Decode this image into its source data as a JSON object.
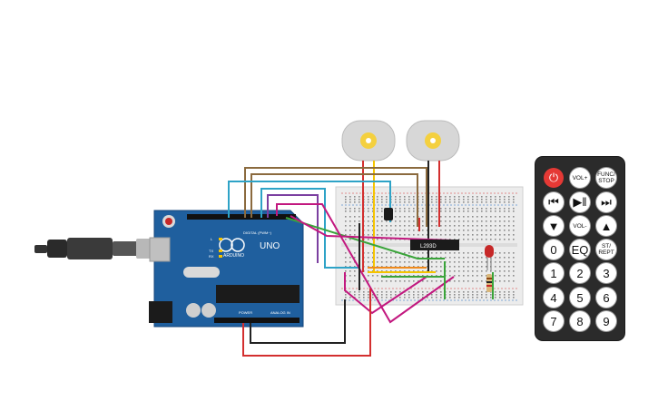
{
  "arduino": {
    "brand": "ARDUINO",
    "model": "UNO",
    "header_digital": "DIGITAL (PWM~)",
    "header_power": "POWER",
    "header_analog": "ANALOG IN",
    "led_labels": [
      "L",
      "TX",
      "RX"
    ]
  },
  "driver_ic": {
    "label": "L293D"
  },
  "remote": {
    "buttons": [
      {
        "label": "⏻",
        "name": "power-button"
      },
      {
        "label": "VOL+",
        "name": "vol-up-button"
      },
      {
        "label": "FUNC/ STOP",
        "name": "func-stop-button"
      },
      {
        "label": "⏮",
        "name": "prev-button"
      },
      {
        "label": "▶‖",
        "name": "play-pause-button"
      },
      {
        "label": "⏭",
        "name": "next-button"
      },
      {
        "label": "▼",
        "name": "down-button"
      },
      {
        "label": "VOL-",
        "name": "vol-down-button"
      },
      {
        "label": "▲",
        "name": "up-button"
      },
      {
        "label": "0",
        "name": "num-0-button"
      },
      {
        "label": "EQ",
        "name": "eq-button"
      },
      {
        "label": "ST/ REPT",
        "name": "st-rept-button"
      },
      {
        "label": "1",
        "name": "num-1-button"
      },
      {
        "label": "2",
        "name": "num-2-button"
      },
      {
        "label": "3",
        "name": "num-3-button"
      },
      {
        "label": "4",
        "name": "num-4-button"
      },
      {
        "label": "5",
        "name": "num-5-button"
      },
      {
        "label": "6",
        "name": "num-6-button"
      },
      {
        "label": "7",
        "name": "num-7-button"
      },
      {
        "label": "8",
        "name": "num-8-button"
      },
      {
        "label": "9",
        "name": "num-9-button"
      }
    ]
  },
  "colors": {
    "board": "#1f5f9e",
    "breadboard": "#ececec",
    "motor": "#d7d7d7",
    "motor_shaft": "#f4d03f",
    "wire_red": "#d32f2f",
    "wire_black": "#222222",
    "wire_yellow": "#f5c400",
    "wire_orange": "#f08a1c",
    "wire_green": "#3aa43a",
    "wire_magenta": "#c2187f",
    "wire_blue": "#2ea3c7",
    "wire_brown": "#8b6a3e",
    "wire_purple": "#7b3fa0",
    "led_red": "#c62828"
  }
}
